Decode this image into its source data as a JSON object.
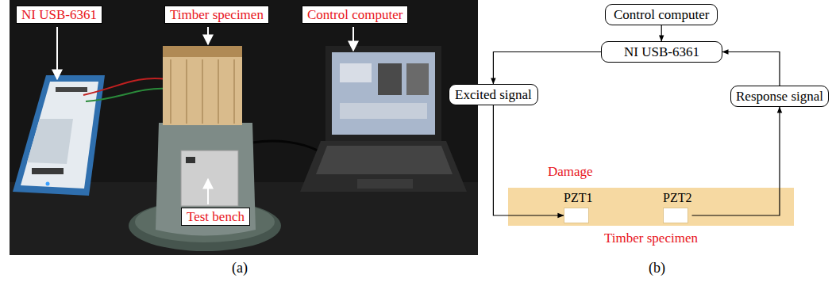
{
  "diagram": {
    "nodes": [
      {
        "text": [
          "Control computer"
        ]
      },
      {
        "text": [
          "NI USB-6361"
        ]
      },
      {
        "text": [
          "Excited signal"
        ]
      },
      {
        "text": [
          "Response signal"
        ]
      },
      {
        "text": [
          "Timber specimen"
        ]
      },
      {
        "text": [
          "PZT1"
        ],
        "in": 4
      },
      {
        "text": [
          "PZT2"
        ],
        "in": 4
      }
    ],
    "edges": [
      {
        "from": 0,
        "to": 1,
        "arrow": "to"
      },
      {
        "from": 1,
        "to": 2,
        "arrow": "to"
      },
      {
        "from": 2,
        "to": 5,
        "arrow": "to"
      },
      {
        "from": 6,
        "to": 3,
        "arrow": "to"
      },
      {
        "from": 3,
        "to": 1,
        "arrow": "to"
      }
    ],
    "labels": [
      "NI USB-6361",
      "Timber specimen",
      "Control computer",
      "Test bench",
      "(a)",
      "Damage",
      "(b)"
    ]
  }
}
